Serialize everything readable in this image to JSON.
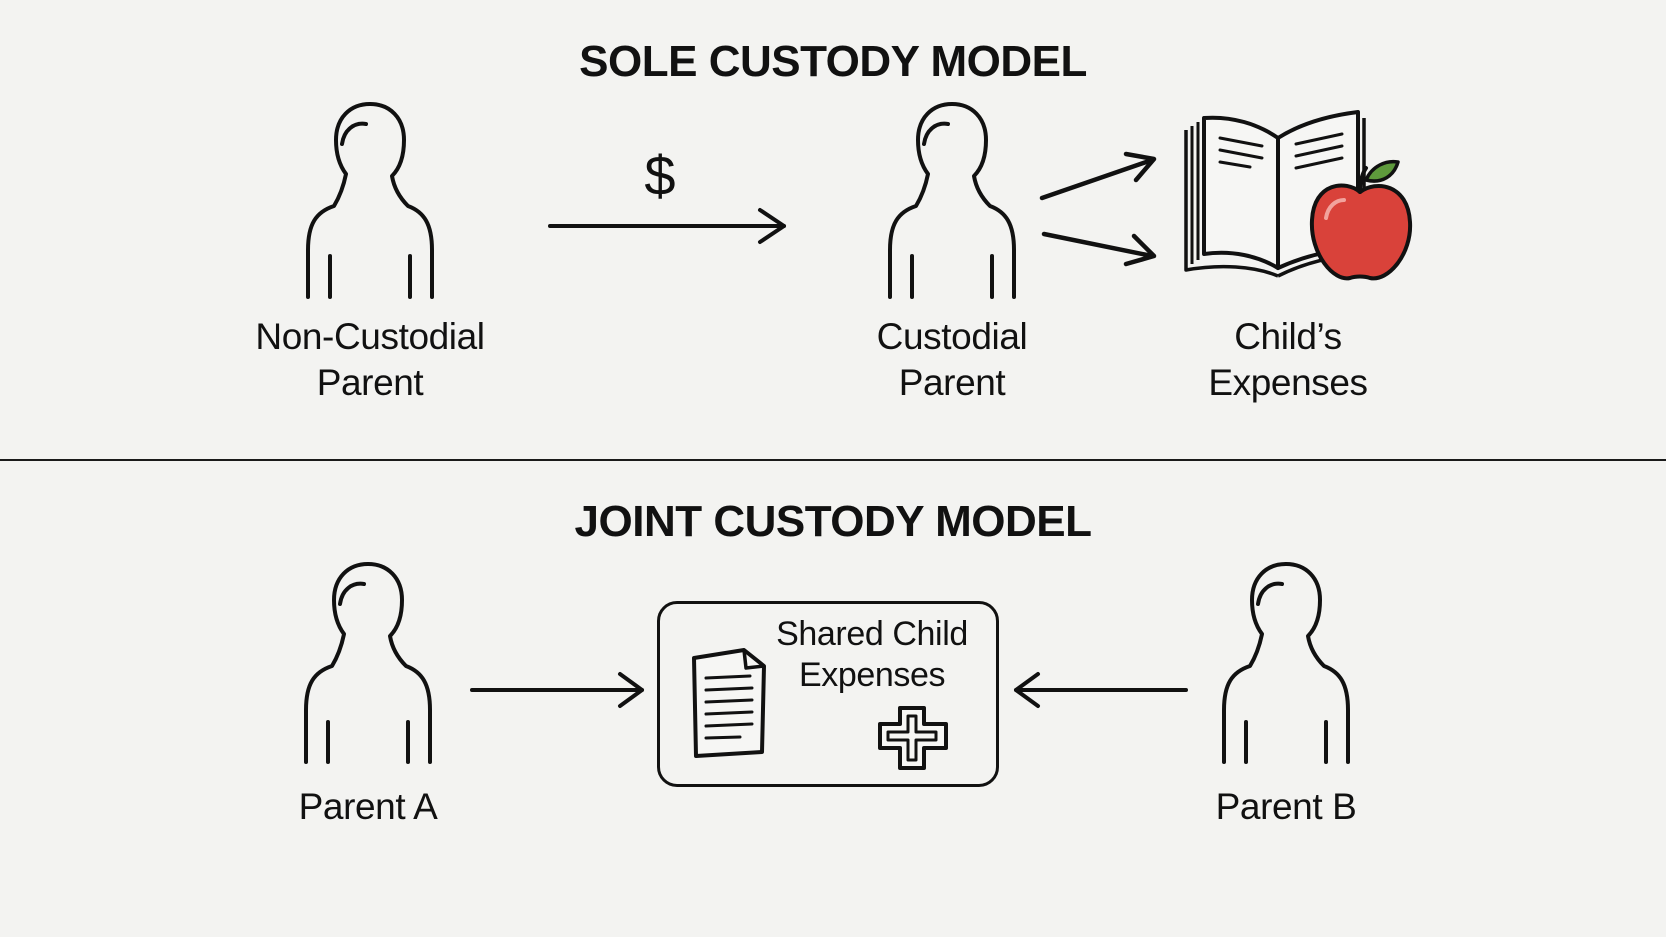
{
  "sole": {
    "title": "SOLE CUSTODY MODEL",
    "non_custodial_line1": "Non-Custodial",
    "non_custodial_line2": "Parent",
    "custodial_line1": "Custodial",
    "custodial_line2": "Parent",
    "expenses_line1": "Child’s",
    "expenses_line2": "Expenses",
    "payment_symbol": "$"
  },
  "joint": {
    "title": "JOINT CUSTODY MODEL",
    "parent_a": "Parent A",
    "parent_b": "Parent B",
    "shared_line1": "Shared Child",
    "shared_line2": "Expenses"
  },
  "colors": {
    "background": "#f3f3f1",
    "ink": "#111111",
    "apple_red": "#d9423a",
    "leaf_green": "#5e9a3c"
  },
  "icons": [
    "person-icon",
    "arrow-icon",
    "book-icon",
    "apple-icon",
    "document-icon",
    "medical-cross-icon"
  ]
}
